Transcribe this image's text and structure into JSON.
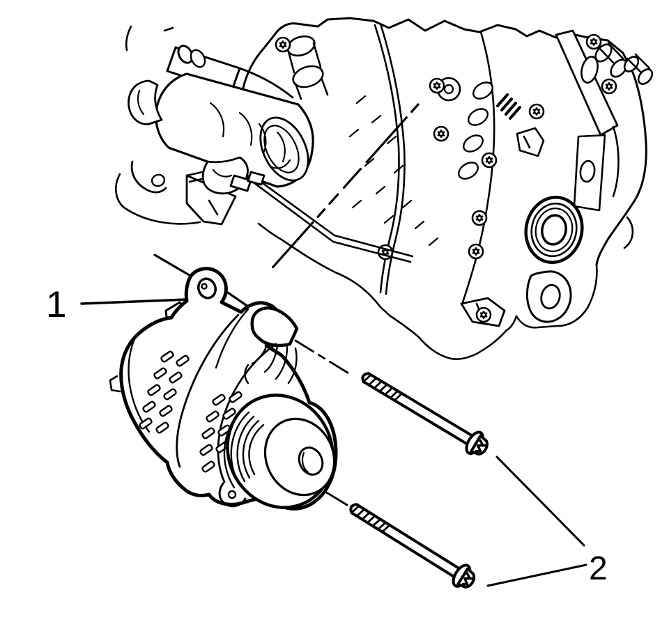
{
  "diagram": {
    "kind": "exploded-parts-line-drawing",
    "colors": {
      "ink": "#000000",
      "background": "#ffffff"
    },
    "callouts": [
      {
        "label": "1",
        "points_to": "generator",
        "leader_count": 1
      },
      {
        "label": "2",
        "points_to": "generator-mounting-bolts",
        "leader_count": 2
      }
    ],
    "parts": [
      {
        "name": "engine-assembly"
      },
      {
        "name": "starter-motor"
      },
      {
        "name": "generator"
      },
      {
        "name": "generator-pulley"
      },
      {
        "name": "mounting-bolt-upper"
      },
      {
        "name": "mounting-bolt-lower"
      }
    ]
  }
}
